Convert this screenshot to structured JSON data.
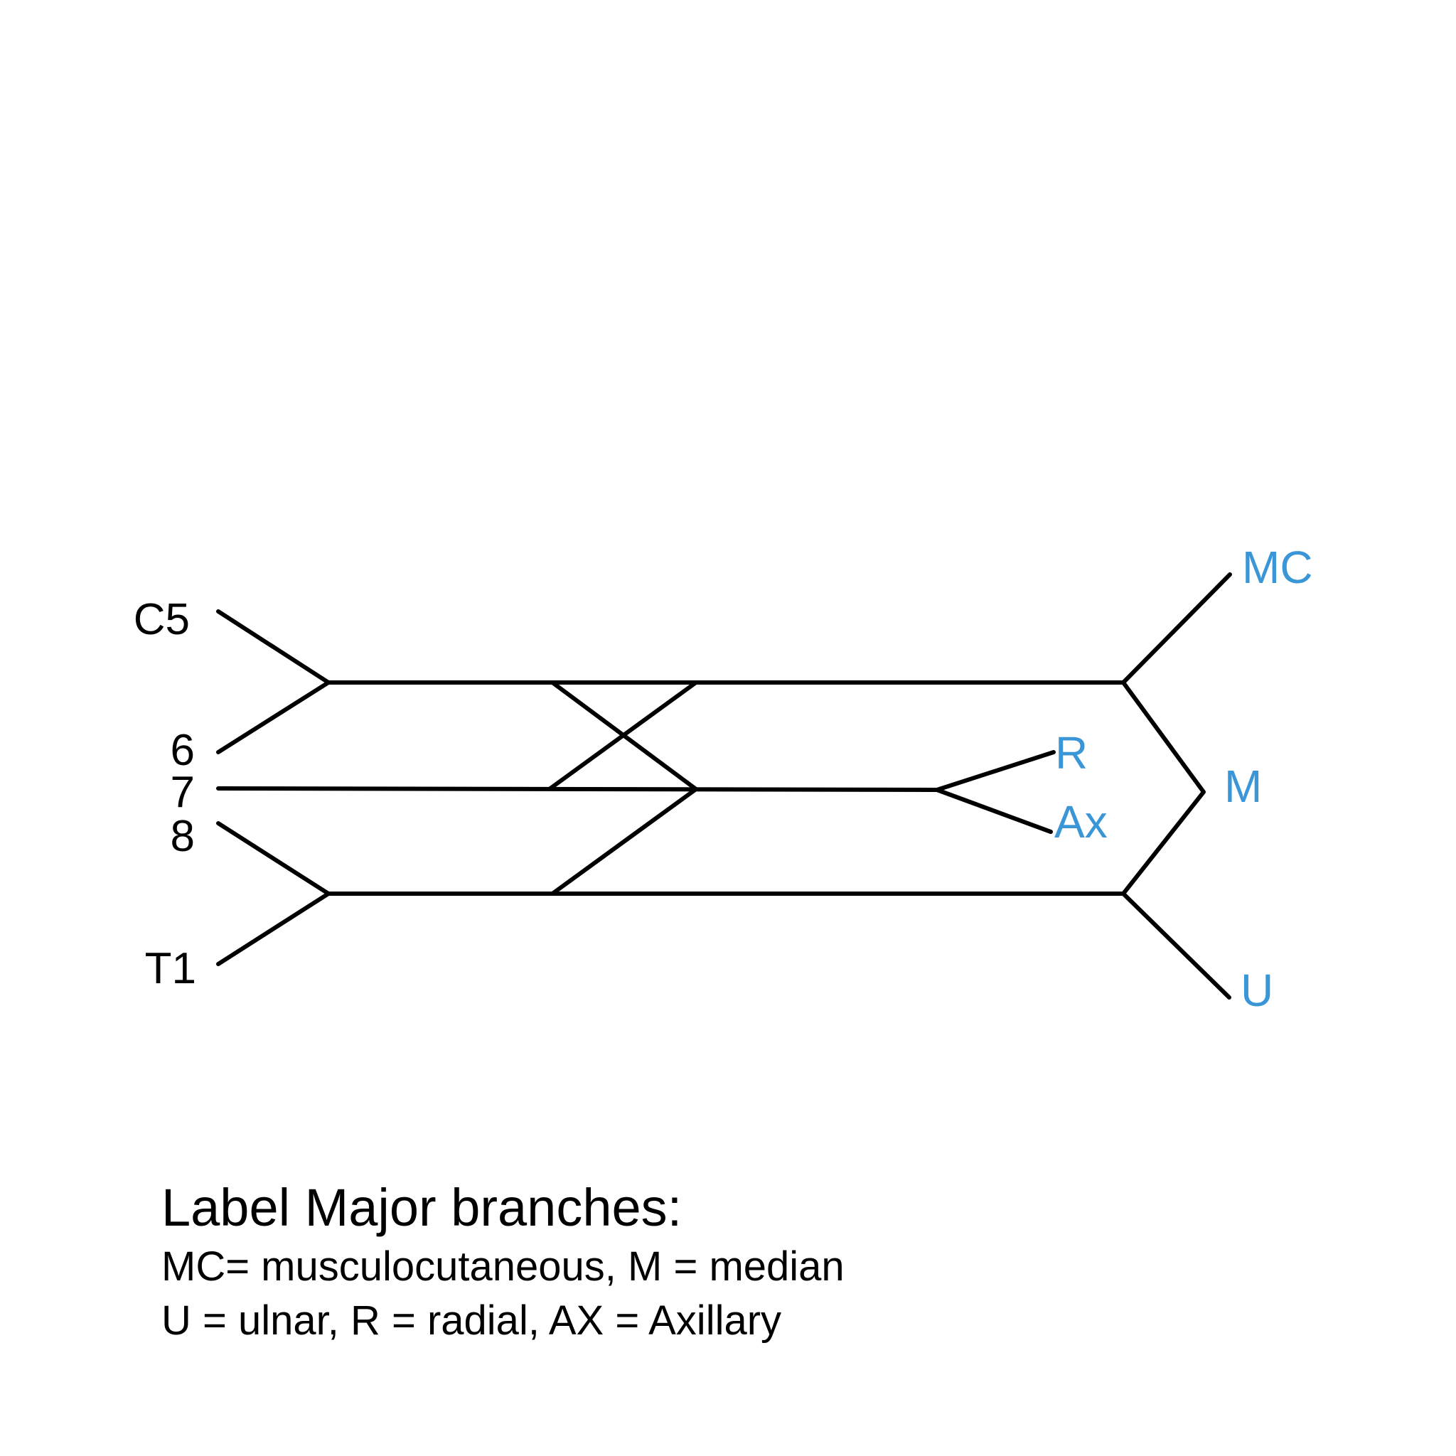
{
  "colors": {
    "lines": "#000000",
    "root_labels": "#000000",
    "branch_labels": "#3a96d6",
    "background": "#ffffff"
  },
  "roots": {
    "c5": "C5",
    "c6": "6",
    "c7": "7",
    "c8": "8",
    "t1": "T1"
  },
  "branches": {
    "mc": "MC",
    "r": "R",
    "ax": "Ax",
    "m": "M",
    "u": "U"
  },
  "caption": {
    "title": "Label Major branches:",
    "line1": "MC= musculocutaneous, M = median",
    "line2": "U = ulnar, R = radial, AX = Axillary"
  }
}
